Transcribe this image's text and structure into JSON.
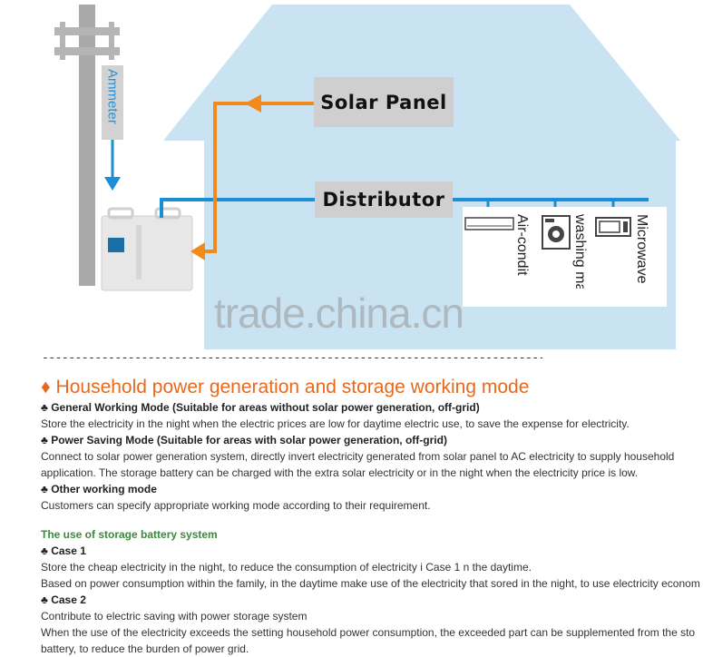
{
  "diagram": {
    "ammeter_label": "Ammeter",
    "solar_panel_label": "Solar Panel",
    "distributor_label": "Distributor",
    "appliances": [
      {
        "label": "Air-condit",
        "icon": "air-conditioner-icon"
      },
      {
        "label": "washing ma",
        "icon": "washing-machine-icon"
      },
      {
        "label": "Microwave",
        "icon": "microwave-icon"
      }
    ],
    "watermark": "trade.china.cn",
    "colors": {
      "house": "#c9e3f2",
      "wire": "#1a8fd6",
      "solar_wire": "#f08a1c",
      "label_bg": "#cfcfcf",
      "pole": "#a9a9a9"
    }
  },
  "divider": "--------------------------------------------------------------------------------",
  "content": {
    "title": "♦ Household power generation and storage working mode",
    "modes": [
      {
        "label": "♣ General Working Mode (Suitable for areas without solar power generation, off-grid)",
        "lines": [
          "Store the electricity in the night when the electric prices are low for daytime electric use, to save the expense for electricity."
        ]
      },
      {
        "label": "♣ Power Saving Mode (Suitable for areas with solar power generation, off-grid)",
        "lines": [
          "Connect to solar power generation system, directly invert electricity generated from solar panel to AC electricity to supply household",
          "application. The storage battery can be charged with the extra solar electricity or in the night when the electricity price is low."
        ]
      },
      {
        "label": "♣ Other working mode",
        "lines": [
          "Customers can specify appropriate working mode according to their requirement."
        ]
      }
    ],
    "battery_title": "The use of storage battery system",
    "cases": [
      {
        "label": "♣ Case 1",
        "lines": [
          "Store the cheap electricity in the night, to reduce the consumption of electricity i Case 1 n the daytime.",
          "Based on power consumption within the family, in the daytime make use of the electricity that sored in the night, to use electricity econom"
        ]
      },
      {
        "label": "♣ Case 2",
        "lines": [
          "Contribute to electric saving with power storage system",
          "When the use of the electricity exceeds the setting household power consumption, the exceeded part can be supplemented from the sto",
          "battery, to reduce the burden of power grid."
        ]
      }
    ]
  }
}
